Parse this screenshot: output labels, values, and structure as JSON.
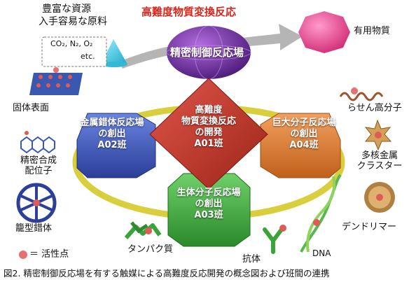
{
  "resources": {
    "line1": "豊富な資源",
    "line2": "入手容易な原料",
    "chem1": "CO₂, N₂, O₂",
    "chem2": "etc."
  },
  "top_title": "高難度物質変換反応",
  "reaction_field": "精密制御反応場",
  "product": "有用物質",
  "center": {
    "line1": "高難度",
    "line2": "物質変換反応",
    "line3": "の開発",
    "line4": "A01班"
  },
  "a02": {
    "line1": "金属錯体反応場",
    "line2": "の創出",
    "line3": "A02班"
  },
  "a04": {
    "line1": "巨大分子反応場",
    "line2": "の創出",
    "line3": "A04班"
  },
  "a03": {
    "line1": "生体分子反応場",
    "line2": "の創出",
    "line3": "A03班"
  },
  "left_items": {
    "solid": "固体表面",
    "ligand1": "精密合成",
    "ligand2": "配位子",
    "cage": "籠型錯体",
    "legend": "＝ 活性点"
  },
  "right_items": {
    "helix": "らせん高分子",
    "cluster1": "多核金属",
    "cluster2": "クラスター",
    "dendrimer": "デンドリマー"
  },
  "bottom_items": {
    "protein": "タンパク質",
    "antibody": "抗体",
    "dna": "DNA"
  },
  "caption": "図2. 精密制御反応場を有する触媒による高難度反応開発の概念図および班間の連携",
  "colors": {
    "title_red": "#d9261c",
    "purple": "#6a2d9a",
    "red": "#c0392b",
    "blue": "#3c55b8",
    "orange": "#e07b2a",
    "green": "#3aa33a",
    "pink": "#e8478e",
    "ring": "#d9cf3c"
  }
}
